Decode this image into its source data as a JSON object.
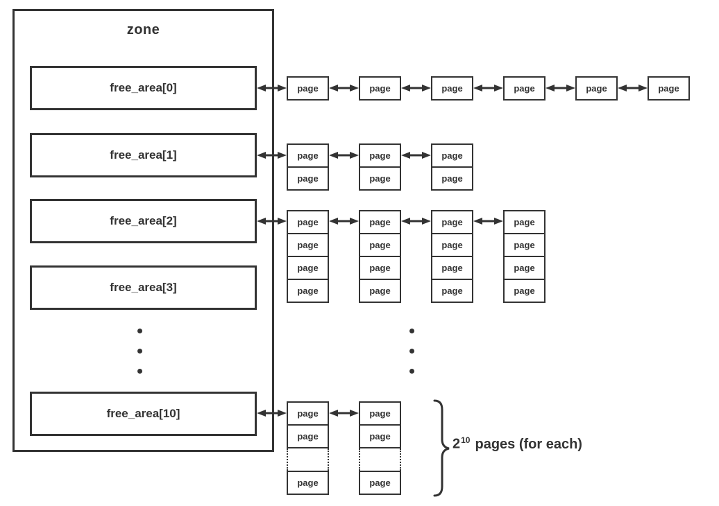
{
  "labels": {
    "zone": "zone",
    "page": "page"
  },
  "free_areas": [
    {
      "label": "free_area[0]",
      "blocks_shown": 6,
      "pages_per_block": 1
    },
    {
      "label": "free_area[1]",
      "blocks_shown": 3,
      "pages_per_block": 2
    },
    {
      "label": "free_area[2]",
      "blocks_shown": 4,
      "pages_per_block": 4
    },
    {
      "label": "free_area[3]"
    },
    {
      "label": "free_area[10]",
      "blocks_shown": 2,
      "pages_per_block": "2^10 (list truncated with dotted gap)"
    }
  ],
  "annotation": {
    "base": "2",
    "exponent": "10",
    "suffix": "pages (for each)"
  },
  "colors": {
    "ink": "#333333",
    "background": "#ffffff"
  }
}
